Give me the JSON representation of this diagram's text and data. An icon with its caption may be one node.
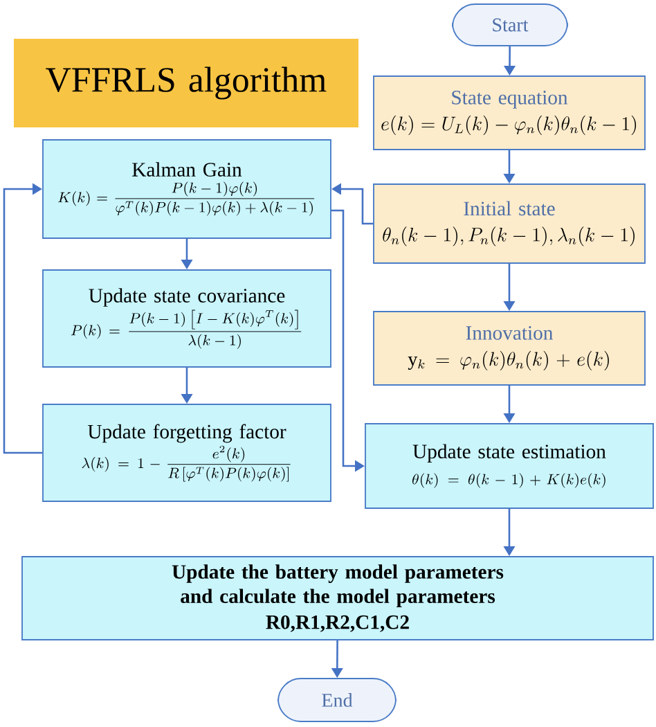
{
  "diagram": {
    "nodes": [
      {
        "text": [
          "Start"
        ]
      },
      {
        "text": [
          "VFFRLS algorithm"
        ]
      },
      {
        "text": [
          "State equation",
          "e(k)=U_L(k)-\\varphi_n(k)\\theta_n(k-1)"
        ]
      },
      {
        "text": [
          "Kalman Gain",
          "K(k)=\\frac{P(k-1)\\varphi(k)}{\\varphi^T(k)P(k-1)\\varphi(k)+\\lambda(k-1)}"
        ]
      },
      {
        "text": [
          "Initial state",
          "\\theta_n(k-1),P_n(k-1),\\lambda_n(k-1)"
        ]
      },
      {
        "text": [
          "Update state covariance",
          "P(k)=\\frac{P(k-1)\\left[I-K(k)\\varphi^T(k)\\right]}{\\lambda(k-1)}"
        ]
      },
      {
        "text": [
          "Innovation",
          "\\mathrm{y}_k=\\varphi_n(k)\\theta_n(k)+e(k)"
        ]
      },
      {
        "text": [
          "Update forgetting factor",
          "\\lambda(k)=1-\\frac{e^2(k)}{R\\left[\\varphi^T(k)P(k)\\varphi(k)\\right]}"
        ]
      },
      {
        "text": [
          "Update state estimation",
          "\\theta(k)=\\theta(k-1)+K(k)e(k)"
        ]
      },
      {
        "text": [
          "Update the battery model parameters and calculate the model parameters",
          "R0,R1,R2,C1,C2"
        ]
      },
      {
        "text": [
          "End"
        ]
      }
    ],
    "edges": [
      {
        "from": 0,
        "to": 2,
        "arrow": "to"
      },
      {
        "from": 2,
        "to": 4,
        "arrow": "to"
      },
      {
        "from": 4,
        "to": 3,
        "arrow": "to"
      },
      {
        "from": 3,
        "to": 5,
        "arrow": "to"
      },
      {
        "from": 5,
        "to": 7,
        "arrow": "to"
      },
      {
        "from": 7,
        "to": 3,
        "arrow": "to"
      },
      {
        "from": 3,
        "to": 8,
        "arrow": "to"
      },
      {
        "from": 4,
        "to": 6,
        "arrow": "to"
      },
      {
        "from": 6,
        "to": 8,
        "arrow": "to"
      },
      {
        "from": 8,
        "to": 9,
        "arrow": "to"
      },
      {
        "from": 9,
        "to": 10,
        "arrow": "to"
      }
    ]
  }
}
